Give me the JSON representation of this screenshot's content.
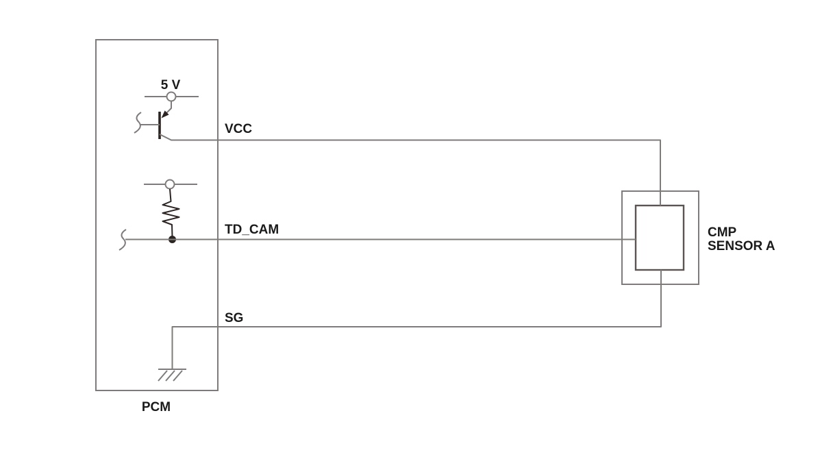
{
  "diagram": {
    "labels": {
      "supply": "5 V",
      "vcc": "VCC",
      "td_cam": "TD_CAM",
      "sg": "SG",
      "pcm": "PCM",
      "sensor_line1": "CMP",
      "sensor_line2": "SENSOR A"
    },
    "colors": {
      "background": "#ffffff",
      "wire": "#7e7b7a",
      "component": "#2b2422",
      "inner_box": "#5a5553",
      "text": "#1a1a1a"
    },
    "connections": [
      {
        "signal": "VCC",
        "from": "PCM",
        "to": "CMP SENSOR A"
      },
      {
        "signal": "TD_CAM",
        "from": "PCM",
        "to": "CMP SENSOR A"
      },
      {
        "signal": "SG",
        "from": "PCM",
        "to": "CMP SENSOR A"
      }
    ]
  }
}
